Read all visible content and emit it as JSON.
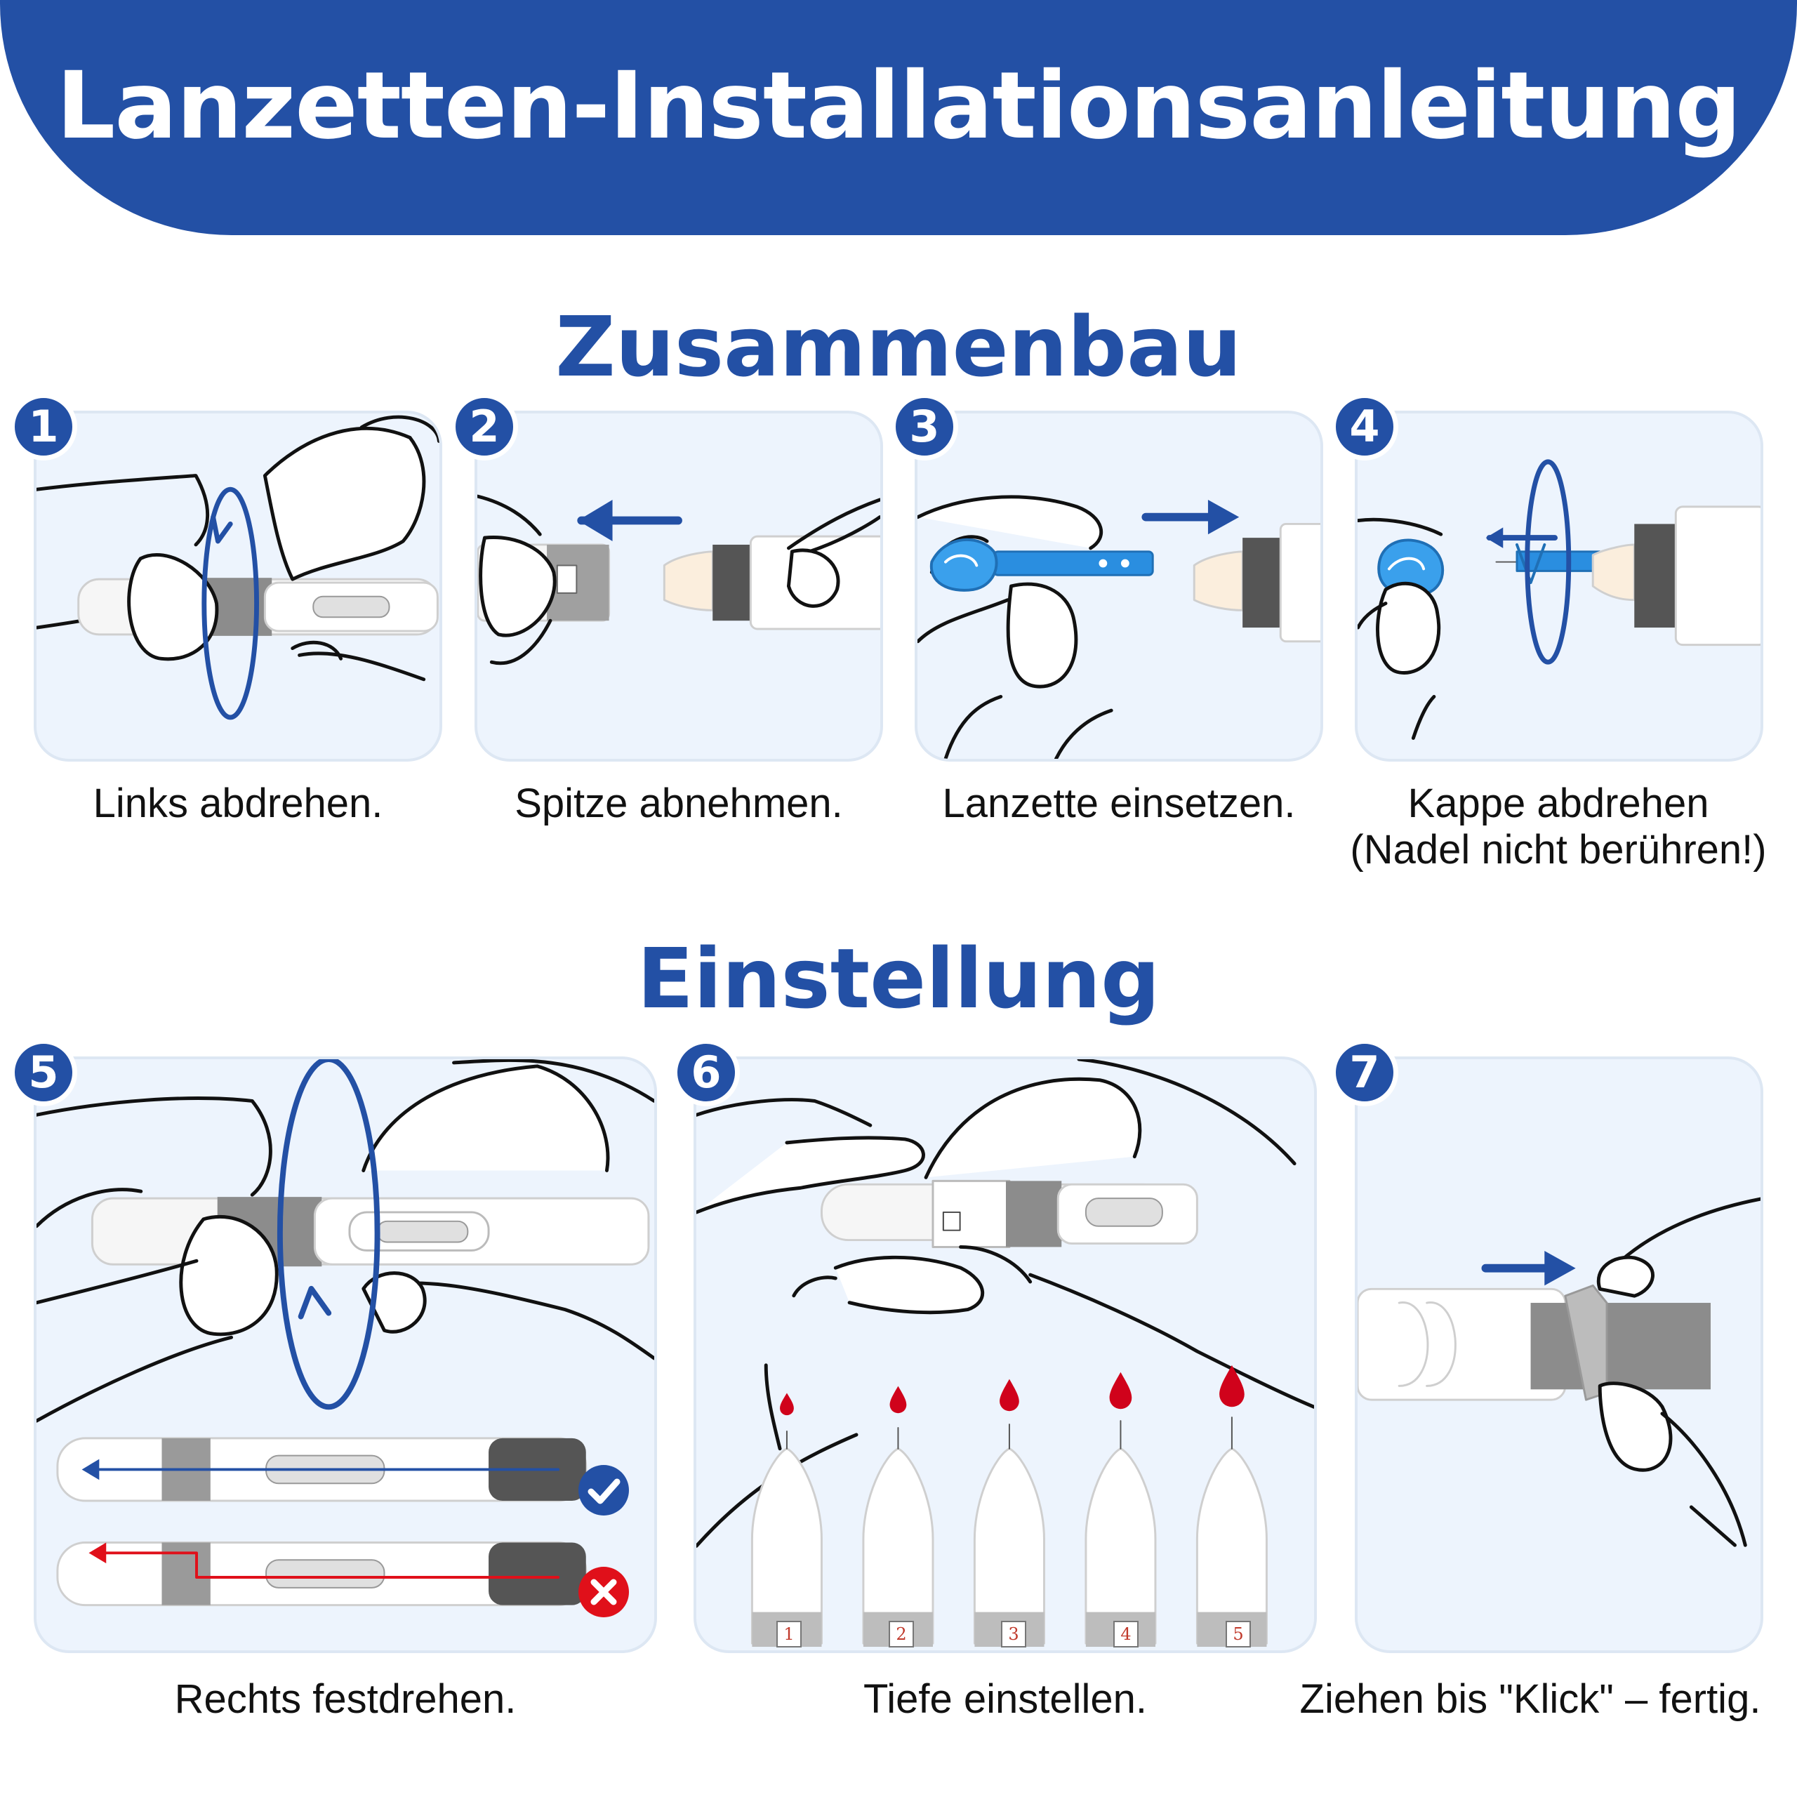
{
  "header": {
    "title": "Lanzetten-Installationsanleitung"
  },
  "sections": {
    "assembly": "Zusammenbau",
    "adjustment": "Einstellung"
  },
  "steps": [
    {
      "number": "1",
      "caption": "Links abdrehen."
    },
    {
      "number": "2",
      "caption": "Spitze abnehmen."
    },
    {
      "number": "3",
      "caption": "Lanzette einsetzen."
    },
    {
      "number": "4",
      "caption": "Kappe abdrehen\n(Nadel nicht berühren!)"
    },
    {
      "number": "5",
      "caption": "Rechts festdrehen."
    },
    {
      "number": "6",
      "caption": "Tiefe einstellen."
    },
    {
      "number": "7",
      "caption": "Ziehen bis \"Klick\" – fertig."
    }
  ],
  "depth_levels": [
    "1",
    "2",
    "3",
    "4",
    "5"
  ],
  "colors": {
    "brand_blue": "#2350a5",
    "panel_bg": "#edf4fd",
    "blood_red": "#d0021b",
    "check_blue": "#2350a5",
    "cross_red": "#e0101a"
  },
  "icons": {
    "correct": "check-circle-icon",
    "wrong": "cross-circle-icon"
  }
}
